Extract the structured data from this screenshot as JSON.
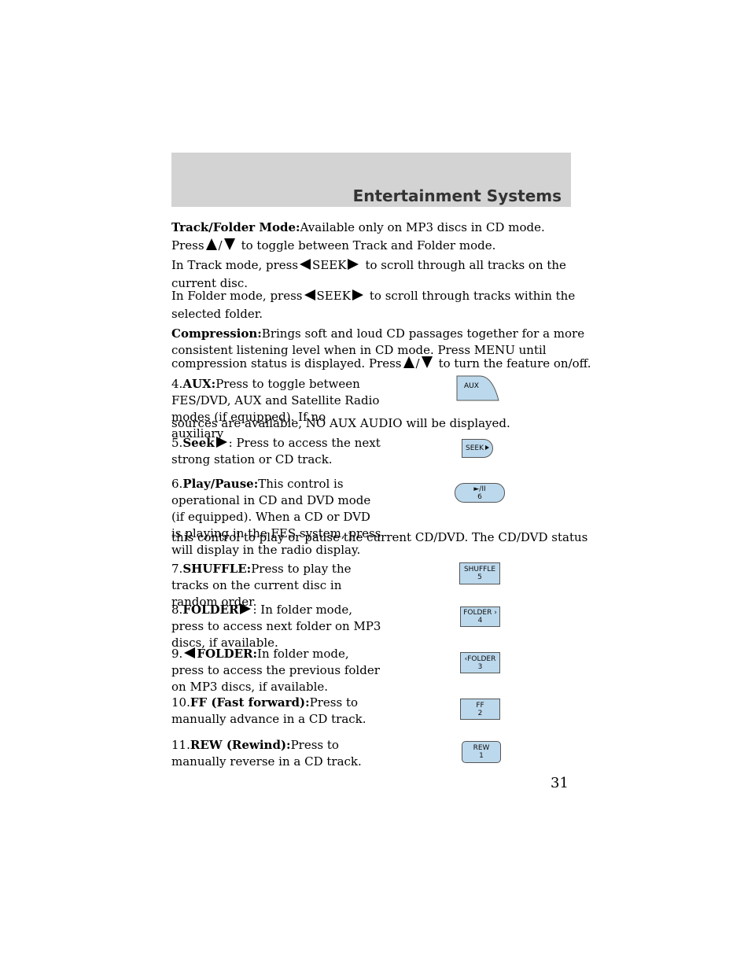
{
  "header": {
    "title": "Entertainment Systems"
  },
  "track_folder": {
    "term": "Track/Folder Mode:",
    "desc": "Available only on MP3 discs in CD mode.",
    "press": "Press",
    "slash": "/",
    "toggle_text": "to toggle between Track and Folder mode.",
    "track_prefix": "In Track mode, press",
    "seek": "SEEK",
    "track_suffix": "to scroll through all tracks on the",
    "track_line2": "current disc.",
    "folder_prefix": "In Folder mode, press",
    "folder_suffix": "to scroll through tracks within the",
    "folder_line2": "selected folder."
  },
  "compression": {
    "term": "Compression:",
    "line1": "Brings soft and loud CD passages together for a more",
    "line2": "consistent listening level when in CD mode. Press MENU until",
    "line3_prefix": "compression status is displayed. Press",
    "slash": "/",
    "line3_suffix": "to turn the feature on/off."
  },
  "items": {
    "aux": {
      "num": "4.",
      "term": "AUX:",
      "text": "Press to toggle between FES/DVD, AUX and Satellite Radio modes (if equipped). If no auxiliary",
      "text2": "sources are available, NO AUX AUDIO will be displayed.",
      "button": "AUX"
    },
    "seek": {
      "num": "5.",
      "term": "Seek",
      "text": ": Press to access the next strong station or CD track.",
      "button": "SEEK"
    },
    "play": {
      "num": "6.",
      "term": "Play/Pause:",
      "text": "This control is operational in CD and DVD mode (if equipped). When a CD or DVD is playing in the FES system, press",
      "line2": "this control to play or pause the current CD/DVD. The CD/DVD status",
      "line3": "will display in the radio display.",
      "button_top": "►/II",
      "button_num": "6"
    },
    "shuffle": {
      "num": "7.",
      "term": "SHUFFLE:",
      "text": "Press to play the tracks on the current disc in random order.",
      "button_top": "SHUFFLE",
      "button_num": "5"
    },
    "folder_next": {
      "num": "8.",
      "term": "FOLDER",
      "text": ": In folder mode, press to access next folder on MP3 discs, if available.",
      "button_top": "FOLDER ›",
      "button_num": "4"
    },
    "folder_prev": {
      "num": "9.",
      "term": "FOLDER:",
      "text": "In folder mode, press to access the previous folder on MP3 discs, if available.",
      "button_top": "‹FOLDER",
      "button_num": "3"
    },
    "ff": {
      "num": "10.",
      "term": "FF (Fast forward):",
      "text": "Press to manually advance in a CD track.",
      "button_top": "FF",
      "button_num": "2"
    },
    "rew": {
      "num": "11.",
      "term": "REW (Rewind):",
      "text": "Press to manually reverse in a CD track.",
      "button_top": "REW",
      "button_num": "1"
    }
  },
  "page_number": "31"
}
